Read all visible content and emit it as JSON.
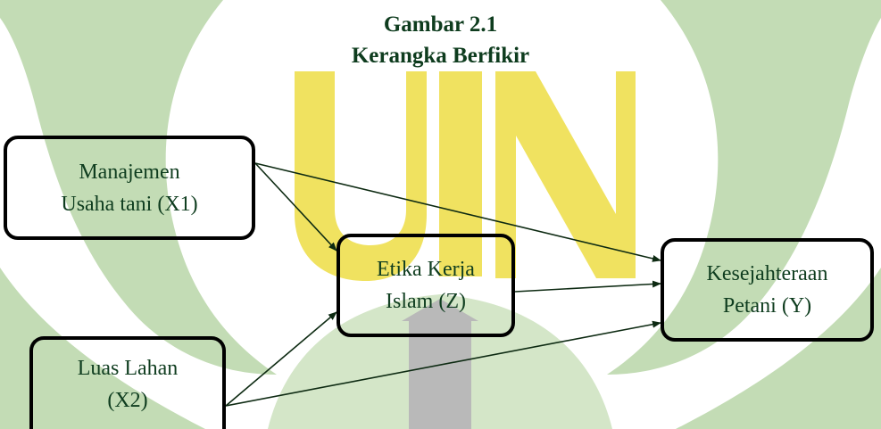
{
  "figure": {
    "title_line1": "Gambar 2.1",
    "title_line2": "Kerangka Berfikir"
  },
  "nodes": {
    "x1": {
      "line1": "Manajemen",
      "line2": "Usaha tani (X1)"
    },
    "z": {
      "line1": "Etika Kerja",
      "line2": "Islam (Z)"
    },
    "y": {
      "line1": "Kesejahteraan",
      "line2": "Petani (Y)"
    },
    "x2": {
      "line1": "Luas Lahan",
      "line2": "(X2)"
    }
  },
  "edges": [
    {
      "from": "x1",
      "to": "z"
    },
    {
      "from": "x1",
      "to": "y"
    },
    {
      "from": "x2",
      "to": "z"
    },
    {
      "from": "x2",
      "to": "y"
    },
    {
      "from": "z",
      "to": "y"
    }
  ],
  "watermark": {
    "logo": "UIN",
    "colors": {
      "green": "#c3dcb5",
      "yellow": "#f0e260",
      "gray": "#b9b9b9"
    }
  },
  "colors": {
    "text": "#0e3c1e",
    "arrow": "#0d2a12",
    "border": "#000000"
  }
}
